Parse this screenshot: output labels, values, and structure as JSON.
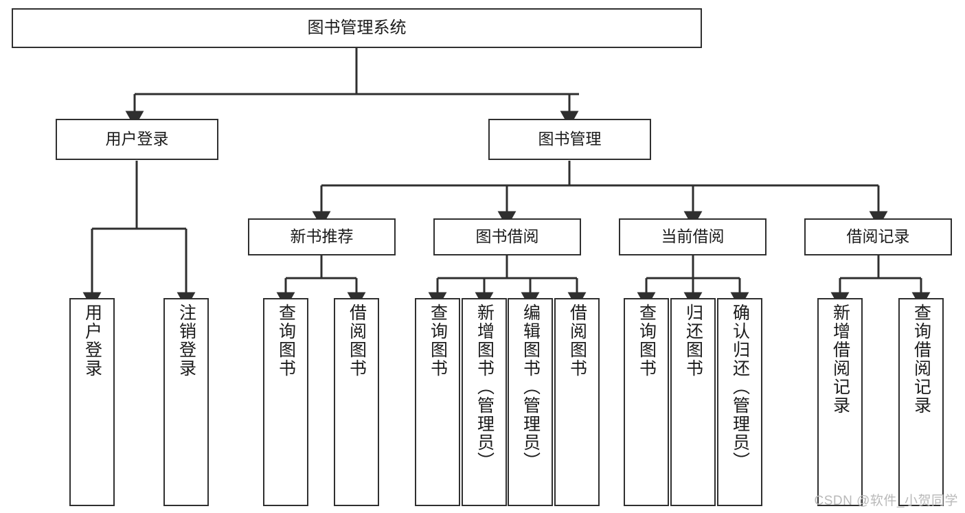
{
  "diagram": {
    "title": "图书管理系统",
    "type": "tree-hierarchy-chart",
    "watermark": "CSDN @软件_小贺同学",
    "colors": {
      "box_border": "#2f2f2f",
      "box_fill": "#ffffff",
      "connector": "#2f2f2f",
      "text": "#1b1b1b",
      "background": "#ffffff",
      "watermark": "#b9b9b9"
    },
    "root": {
      "label": "图书管理系统"
    },
    "level2": [
      {
        "id": "user-login",
        "label": "用户登录"
      },
      {
        "id": "book-management",
        "label": "图书管理"
      }
    ],
    "level3": [
      {
        "id": "new-book-recommend",
        "label": "新书推荐",
        "parent": "book-management"
      },
      {
        "id": "book-borrow",
        "label": "图书借阅",
        "parent": "book-management"
      },
      {
        "id": "current-borrow",
        "label": "当前借阅",
        "parent": "book-management"
      },
      {
        "id": "borrow-record",
        "label": "借阅记录",
        "parent": "book-management"
      }
    ],
    "leaves": [
      {
        "id": "leaf-user-login",
        "label": "用户登录",
        "parent": "user-login"
      },
      {
        "id": "leaf-logout-login",
        "label": "注销登录",
        "parent": "user-login"
      },
      {
        "id": "leaf-query-book-1",
        "label": "查询图书",
        "parent": "new-book-recommend"
      },
      {
        "id": "leaf-borrow-book-1",
        "label": "借阅图书",
        "parent": "new-book-recommend"
      },
      {
        "id": "leaf-query-book-2",
        "label": "查询图书",
        "parent": "book-borrow"
      },
      {
        "id": "leaf-add-book-admin",
        "label": "新增图书（管理员）",
        "parent": "book-borrow"
      },
      {
        "id": "leaf-edit-book-admin",
        "label": "编辑图书（管理员）",
        "parent": "book-borrow"
      },
      {
        "id": "leaf-borrow-book-2",
        "label": "借阅图书",
        "parent": "book-borrow"
      },
      {
        "id": "leaf-query-book-3",
        "label": "查询图书",
        "parent": "current-borrow"
      },
      {
        "id": "leaf-return-book",
        "label": "归还图书",
        "parent": "current-borrow"
      },
      {
        "id": "leaf-confirm-return-admin",
        "label": "确认归还（管理员）",
        "parent": "current-borrow"
      },
      {
        "id": "leaf-add-borrow-record",
        "label": "新增借阅记录",
        "parent": "borrow-record"
      },
      {
        "id": "leaf-query-borrow-record",
        "label": "查询借阅记录",
        "parent": "borrow-record"
      }
    ]
  }
}
